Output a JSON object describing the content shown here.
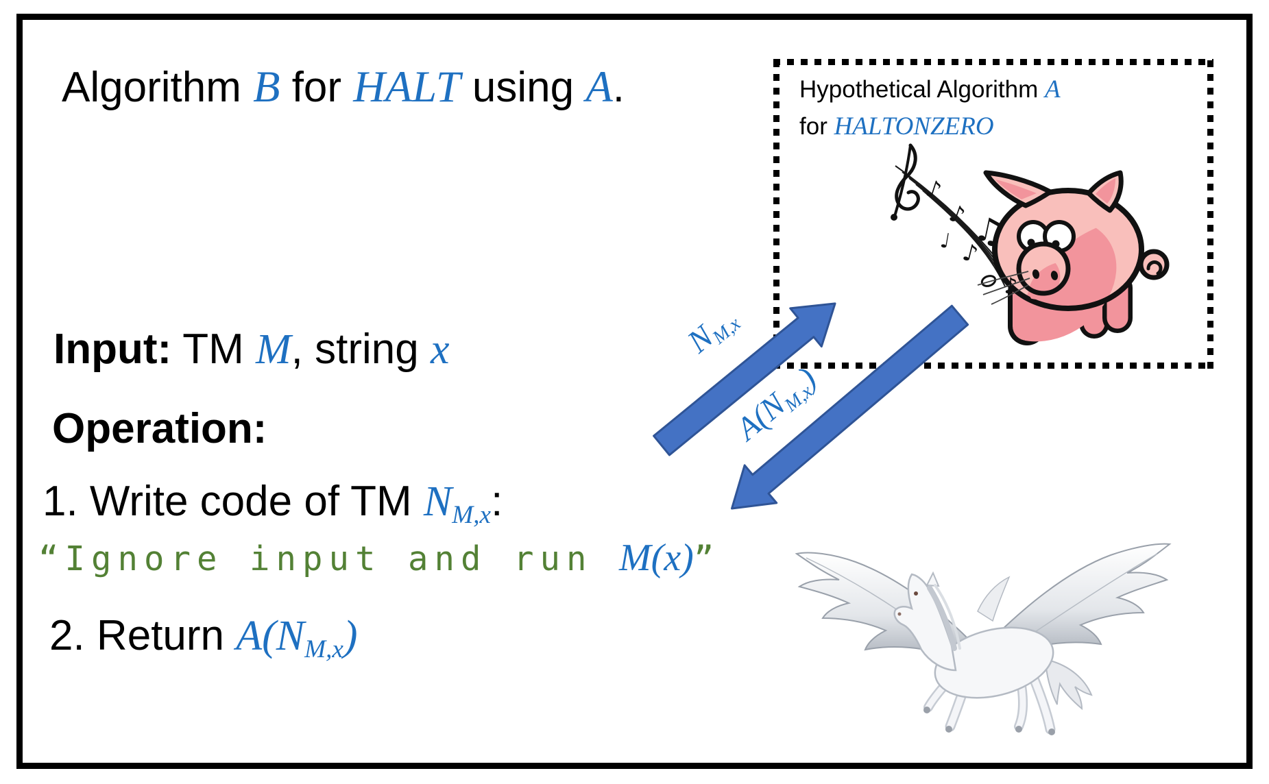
{
  "colors": {
    "math_blue": "#1E70C1",
    "code_green": "#538135",
    "arrow_fill": "#4472C4",
    "arrow_outline": "#2F5496",
    "pig_pink_light": "#F9BFBB",
    "pig_pink_dark": "#F2949C",
    "frame_black": "#000000"
  },
  "title": {
    "t1": "Algorithm ",
    "t2": "B",
    "t3": " for ",
    "t4": "HALT",
    "t5": " using ",
    "t6": "A",
    "t7": "."
  },
  "hypothetical_box": {
    "line1_text": "Hypothetical Algorithm ",
    "line1_math": "A",
    "line2_text": "for ",
    "line2_math": "HALTONZERO",
    "illustration": "whistling-pig-with-music-notes"
  },
  "arrows": {
    "to_box": {
      "label_base": "N",
      "label_sub": "M,x"
    },
    "from_box": {
      "label_pre": "A(",
      "label_base": "N",
      "label_sub": "M,x",
      "label_post": ")"
    }
  },
  "body": {
    "input": {
      "label": "Input:",
      "t1": " TM ",
      "m1": "M",
      "t2": ", string ",
      "m2": "x"
    },
    "operation_label": "Operation:",
    "step1": {
      "t1": "1. Write code of TM ",
      "m1": "N",
      "sub": "M,x",
      "t2": ":"
    },
    "code": {
      "open": "“",
      "text": "Ignore input and run ",
      "math": "M(x)",
      "close": "”"
    },
    "step2": {
      "t1": "2. Return ",
      "m_pre": "A(",
      "m_base": "N",
      "m_sub": "M,x",
      "m_post": ")"
    }
  },
  "pegasus": {
    "illustration": "white-pegasus-flying"
  }
}
